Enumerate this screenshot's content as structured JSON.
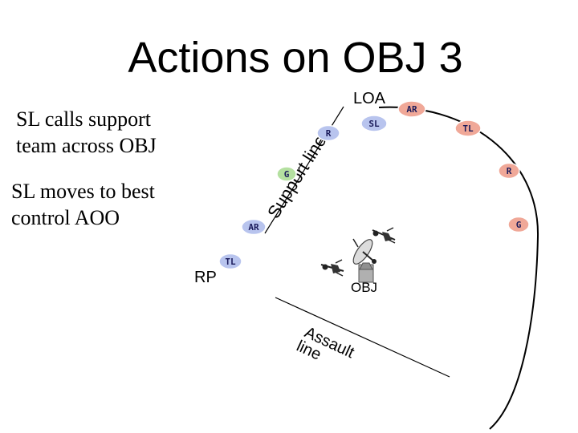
{
  "title": "Actions on OBJ 3",
  "notes": {
    "line1": "SL calls support",
    "line2": "team across OBJ",
    "line3": "SL moves to best",
    "line4": "control AOO"
  },
  "labels": {
    "loa": "LOA",
    "rp": "RP",
    "obj": "OBJ",
    "support_line": "Support line",
    "assault_word1": "Assault",
    "assault_word2": "line"
  },
  "markers": {
    "support_r": "R",
    "support_g": "G",
    "support_ar": "AR",
    "rp_tl": "TL",
    "sl": "SL",
    "arc_ar": "AR",
    "arc_tl": "TL",
    "arc_r": "R",
    "arc_g": "G"
  },
  "colors": {
    "blue_fill": "#b8c4ee",
    "red_fill": "#f0a898",
    "green_fill": "#b4e0a0",
    "marker_text": "#1a1a5a"
  },
  "icons": [
    "soldier-icon",
    "satellite-dish-icon"
  ]
}
